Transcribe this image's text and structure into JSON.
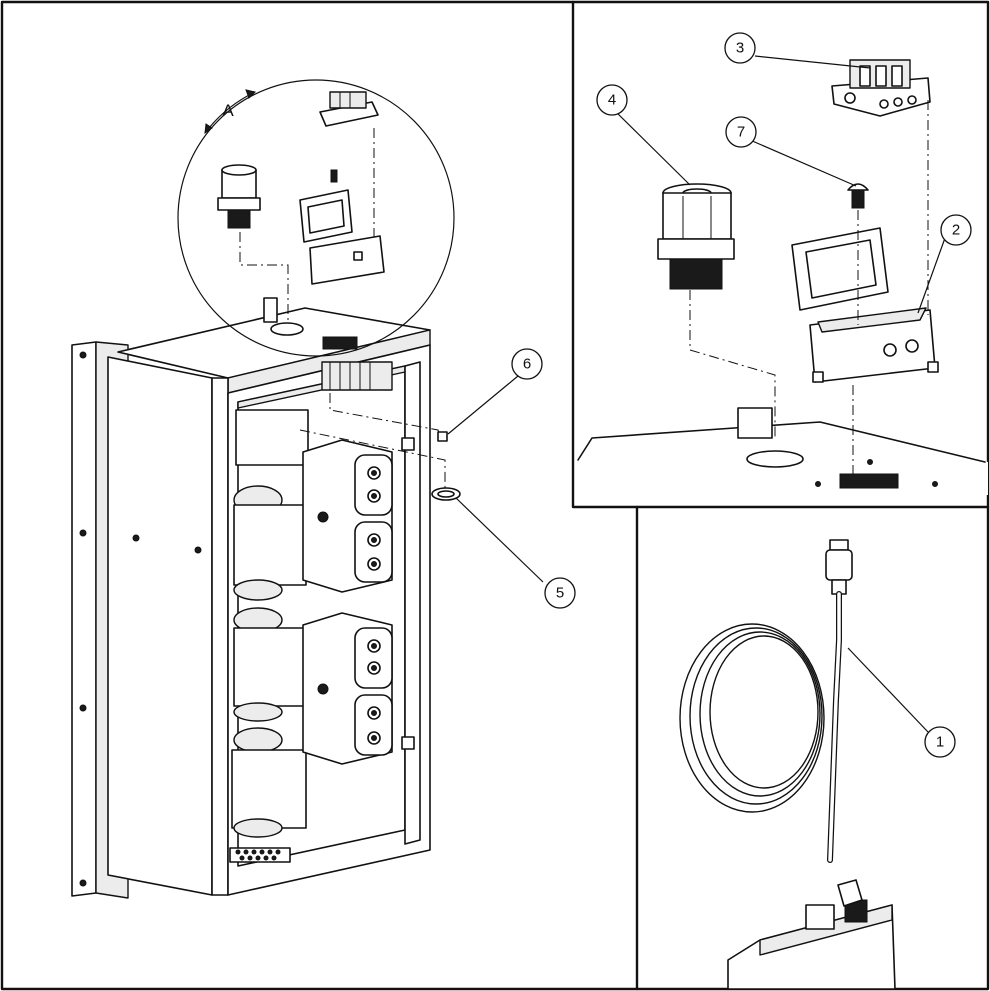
{
  "detail": {
    "view_label": "A"
  },
  "callouts": [
    {
      "id": "1",
      "label": "1"
    },
    {
      "id": "2",
      "label": "2"
    },
    {
      "id": "3",
      "label": "3"
    },
    {
      "id": "4",
      "label": "4"
    },
    {
      "id": "5",
      "label": "5"
    },
    {
      "id": "6",
      "label": "6"
    },
    {
      "id": "7",
      "label": "7"
    }
  ]
}
